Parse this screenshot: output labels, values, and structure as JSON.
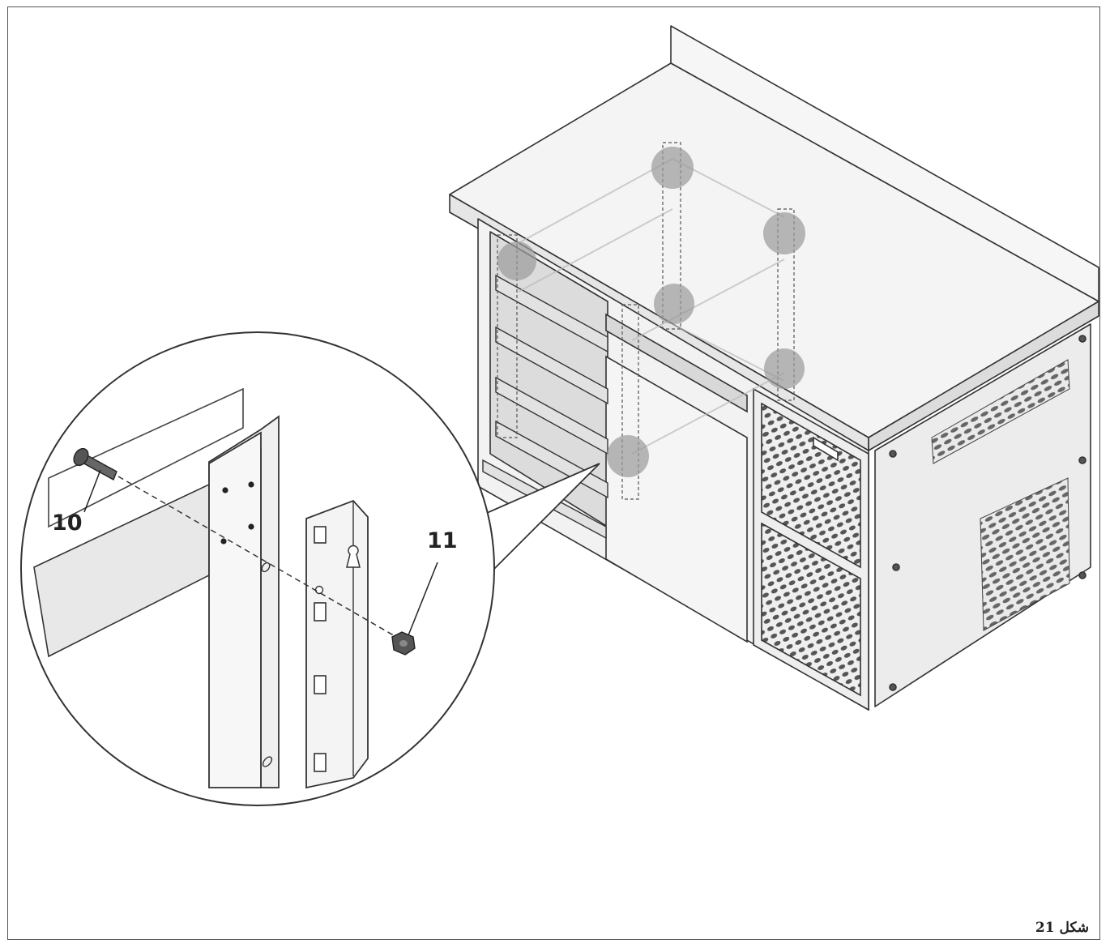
{
  "callouts": {
    "bolt_number": "10",
    "nut_number": "11"
  },
  "caption": "شكل 21"
}
